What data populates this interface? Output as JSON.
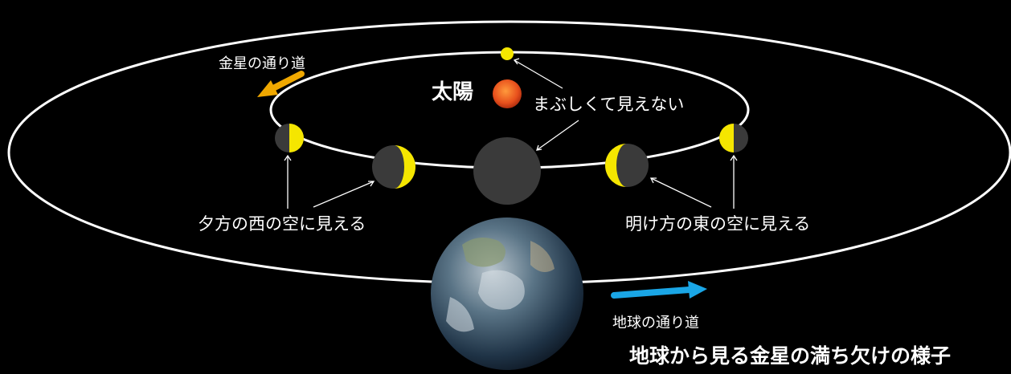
{
  "labels": {
    "venus_orbit": "金星の通り道",
    "sun": "太陽",
    "too_bright": "まぶしくて見えない",
    "evening": "夕方の西の空に見える",
    "morning": "明け方の東の空に見える",
    "earth_orbit": "地球の通り道",
    "title": "地球から見る金星の満ち欠けの様子"
  },
  "colors": {
    "background": "#000000",
    "orbit": "#ffffff",
    "venus_lit": "#f5e600",
    "venus_dark": "#3a3a3a",
    "sun": "#e8501c",
    "venus_arrow": "#f0a800",
    "earth_arrow": "#1aa6e6"
  }
}
